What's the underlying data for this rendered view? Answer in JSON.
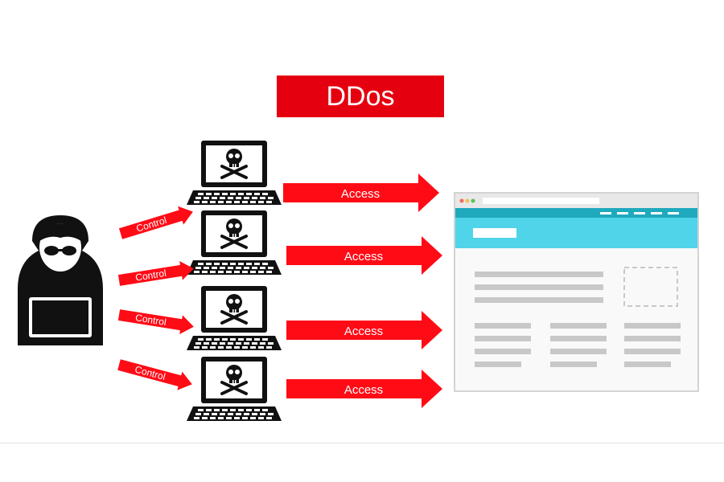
{
  "diagram": {
    "title": "DDos",
    "control_label": "Control",
    "access_label": "Access",
    "attacker_icon": "hacker-icon",
    "bot_icon": "infected-laptop-icon",
    "target_icon": "website-window-icon",
    "bot_count": 4
  },
  "colors": {
    "accent": "#e5000f",
    "arrow": "#ff0b16",
    "dark": "#111111",
    "browser_header": "#50d4ea",
    "browser_bar": "#1fa9bd",
    "wireframe": "#c8c8c8"
  }
}
